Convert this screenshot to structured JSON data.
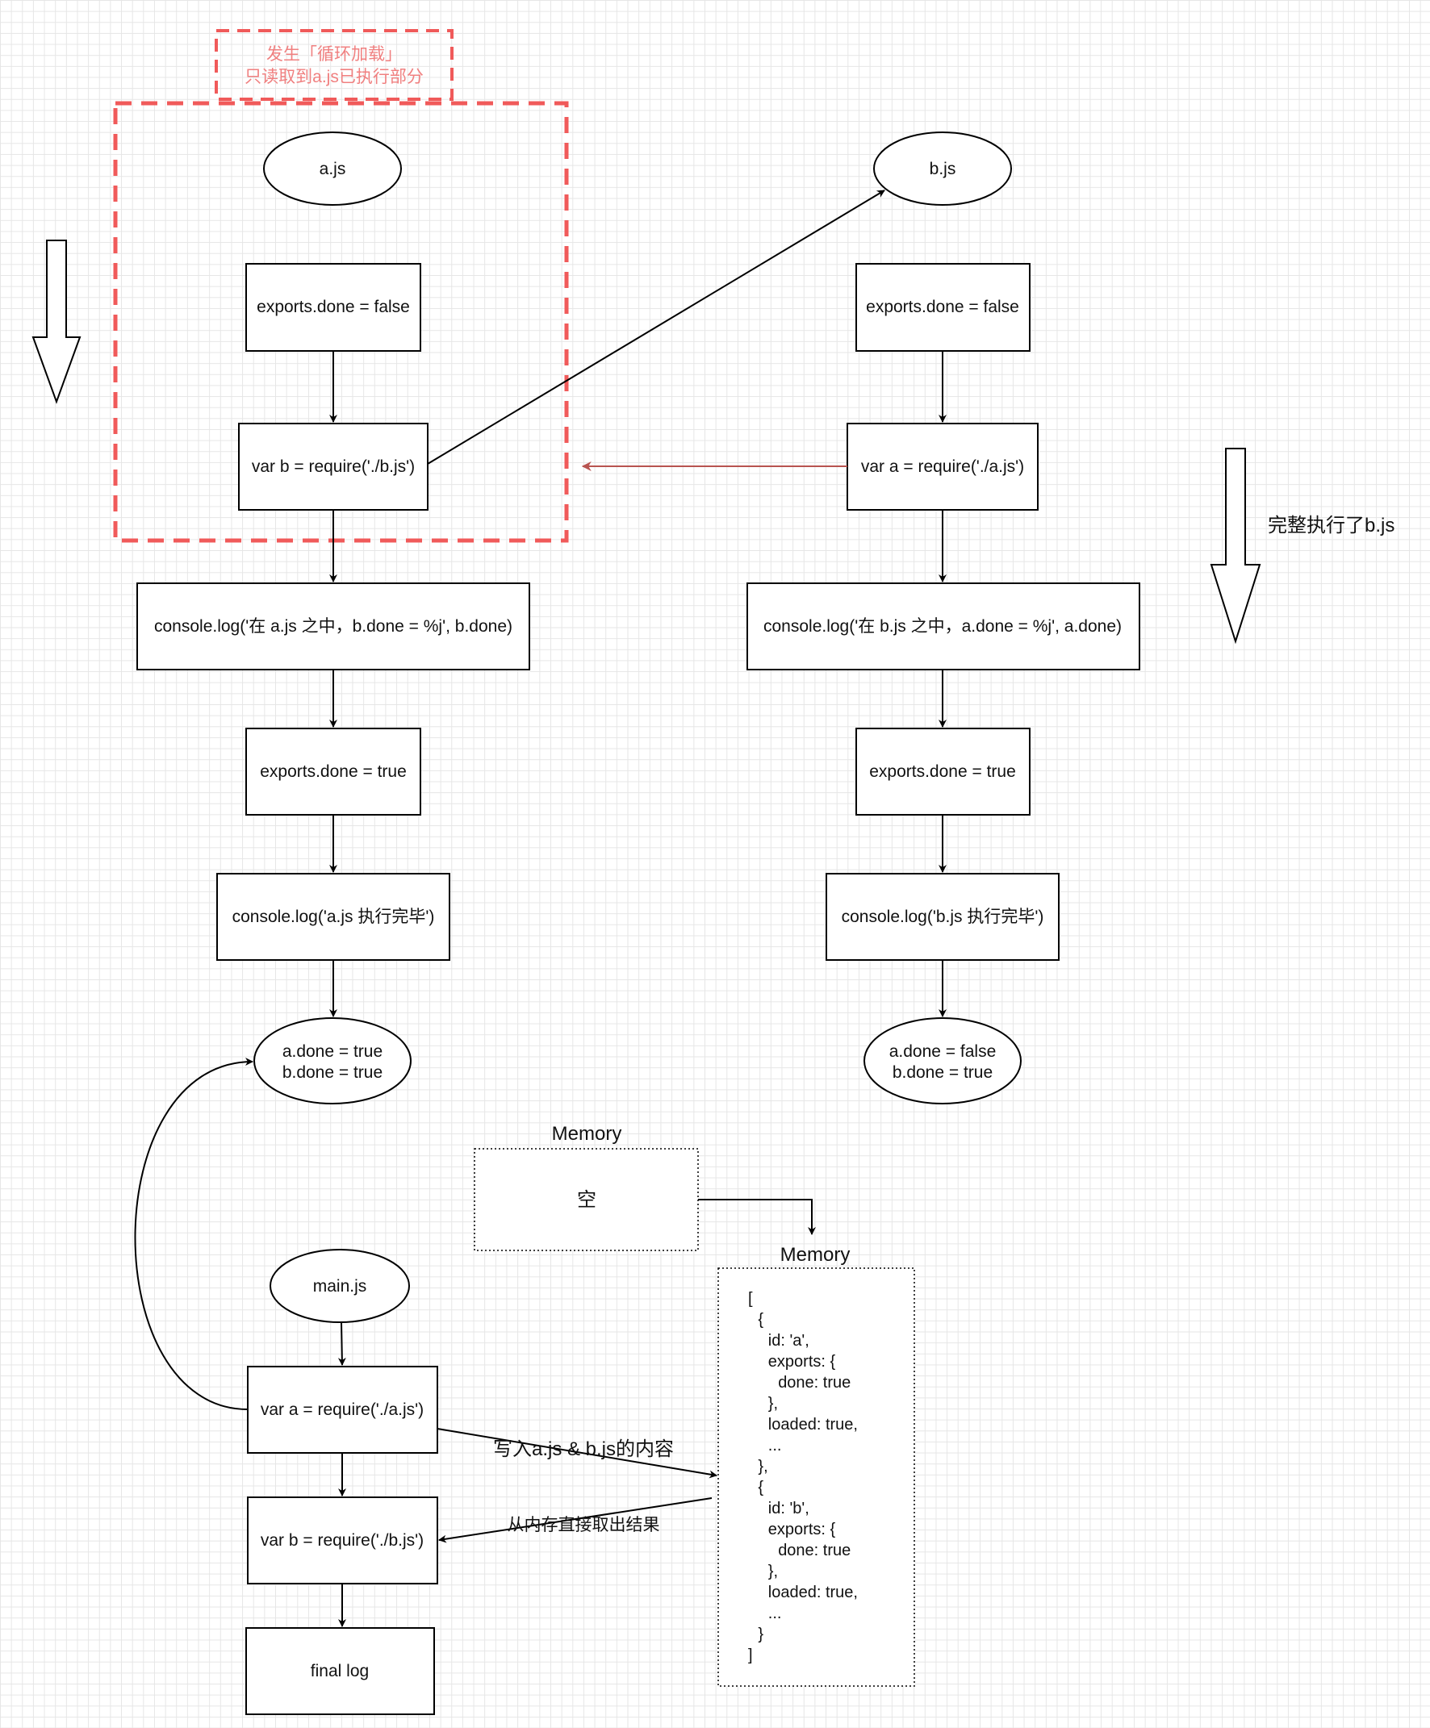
{
  "highlight_note": {
    "line1": "发生「循环加载」",
    "line2": "只读取到a.js已执行部分"
  },
  "a_column": {
    "title": "a.js",
    "step1": "exports.done = false",
    "step2": "var b = require('./b.js')",
    "step3": "console.log('在 a.js 之中，b.done = %j', b.done)",
    "step4": "exports.done = true",
    "step5": "console.log('a.js 执行完毕')",
    "result_line1": "a.done = true",
    "result_line2": "b.done = true"
  },
  "b_column": {
    "title": "b.js",
    "step1": "exports.done = false",
    "step2": "var a = require('./a.js')",
    "step3": "console.log('在 b.js 之中，a.done = %j', a.done)",
    "step4": "exports.done = true",
    "step5": "console.log('b.js 执行完毕')",
    "result_line1": "a.done = false",
    "result_line2": "b.done = true"
  },
  "b_side_label": "完整执行了b.js",
  "main_column": {
    "title": "main.js",
    "step1": "var a = require('./a.js')",
    "step2": "var b = require('./b.js')",
    "step3": "final log"
  },
  "write_label": "写入a.js & b.js的内容",
  "read_label": "从内存直接取出结果",
  "memory_empty": {
    "title": "Memory",
    "content": "空"
  },
  "memory_full": {
    "title": "Memory",
    "lines": [
      "[",
      "  {",
      "    id: 'a',",
      "    exports: {",
      "      done: true",
      "    },",
      "    loaded: true,",
      "    ...",
      "  },",
      "  {",
      "    id: 'b',",
      "    exports: {",
      "      done: true",
      "    },",
      "    loaded: true,",
      "    ...",
      "  }",
      "]"
    ]
  },
  "colors": {
    "stroke": "#000000",
    "highlight_dash": "#f05a5a",
    "highlight_text": "#f08080",
    "back_arrow": "#b85450"
  },
  "icons": {
    "flow_arrow_left": "down-arrow-icon",
    "flow_arrow_right": "down-arrow-icon"
  }
}
